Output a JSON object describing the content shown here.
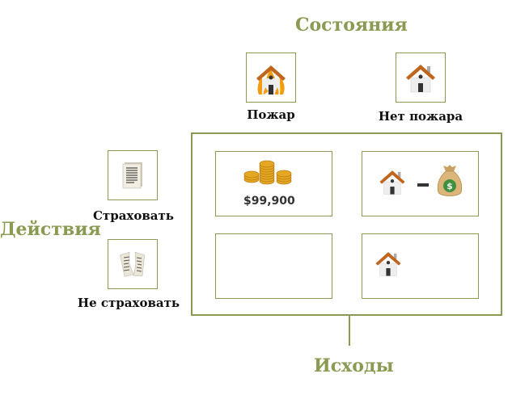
{
  "title": "Состояния",
  "states": [
    {
      "label": "Пожар",
      "icon": "house-on-fire-icon"
    },
    {
      "label": "Нет пожара",
      "icon": "house-icon"
    }
  ],
  "actions_title": "Действия",
  "actions": [
    {
      "label": "Страховать",
      "icon": "document-icon"
    },
    {
      "label": "Не страховать",
      "icon": "torn-document-icon"
    }
  ],
  "outcomes_title": "Исходы",
  "outcomes": {
    "insure_fire": {
      "amount": "$99,900",
      "icon": "gold-coins-icon"
    },
    "insure_nofire": {
      "icons": [
        "house-icon",
        "minus-icon",
        "money-bag-icon"
      ]
    },
    "noinsure_fire": {},
    "noinsure_nofire": {
      "icon": "house-icon"
    }
  },
  "colors": {
    "accent": "#8a9a52",
    "house_roof": "#c0651e",
    "gold": "#e6a823",
    "bag": "#dcb57a"
  }
}
